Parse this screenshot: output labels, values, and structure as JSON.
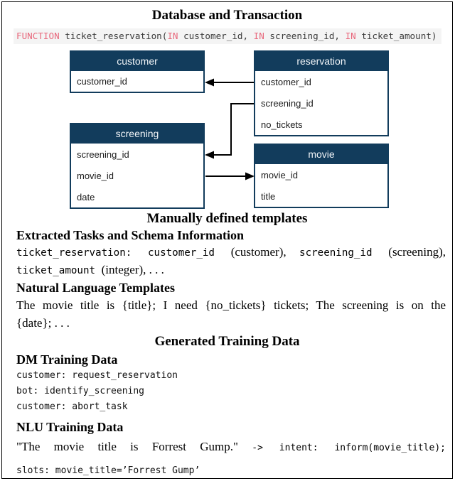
{
  "title": "Database and Transaction",
  "colors": {
    "table_header": "#123c5c",
    "code_keyword": "#e8697d",
    "code_background": "#f4f4f4"
  },
  "code": {
    "tokens": [
      {
        "t": "FUNCTION"
      },
      {
        "t": " ticket_reservation("
      },
      {
        "t": "IN"
      },
      {
        "t": " customer_id, "
      },
      {
        "t": "IN"
      },
      {
        "t": " screening_id, "
      },
      {
        "t": "IN"
      },
      {
        "t": " ticket_amount)"
      }
    ]
  },
  "tables": {
    "customer": {
      "title": "customer",
      "fields": [
        "customer_id"
      ]
    },
    "reservation": {
      "title": "reservation",
      "fields": [
        "customer_id",
        "screening_id",
        "no_tickets"
      ]
    },
    "screening": {
      "title": "screening",
      "fields": [
        "screening_id",
        "movie_id",
        "date"
      ]
    },
    "movie": {
      "title": "movie",
      "fields": [
        "movie_id",
        "title"
      ]
    }
  },
  "relations": [
    {
      "from": "reservation.customer_id",
      "to": "customer.customer_id"
    },
    {
      "from": "reservation.screening_id",
      "to": "screening.screening_id"
    },
    {
      "from": "screening.movie_id",
      "to": "movie.movie_id"
    }
  ],
  "sections": {
    "manually_defined": "Manually defined templates",
    "extracted_heading": "Extracted Tasks and Schema Information",
    "extracted_line1": [
      {
        "t": "ticket_reservation: customer_id "
      },
      {
        "t": "(customer), "
      },
      {
        "t": "screening_id "
      },
      {
        "t": "(screening),"
      }
    ],
    "extracted_line2": [
      {
        "t": "ticket_amount "
      },
      {
        "t": "(integer), . . ."
      }
    ],
    "nl_heading": "Natural Language Templates",
    "nl_line1": "The movie title is {title}; I need {no_tickets} tickets; The screening is on the",
    "nl_line2": "{date}; . . .",
    "generated": "Generated Training Data",
    "dm_heading": "DM Training Data",
    "dm_lines": [
      "customer: request_reservation",
      "bot: identify_screening",
      "customer: abort_task"
    ],
    "nlu_heading": "NLU Training Data",
    "nlu_line1": [
      {
        "t": "\"The movie title is Forrest Gump.\" "
      },
      {
        "t": "-> intent: inform(movie_title);"
      }
    ],
    "nlu_line2": "slots: movie_title=’Forrest Gump’"
  }
}
